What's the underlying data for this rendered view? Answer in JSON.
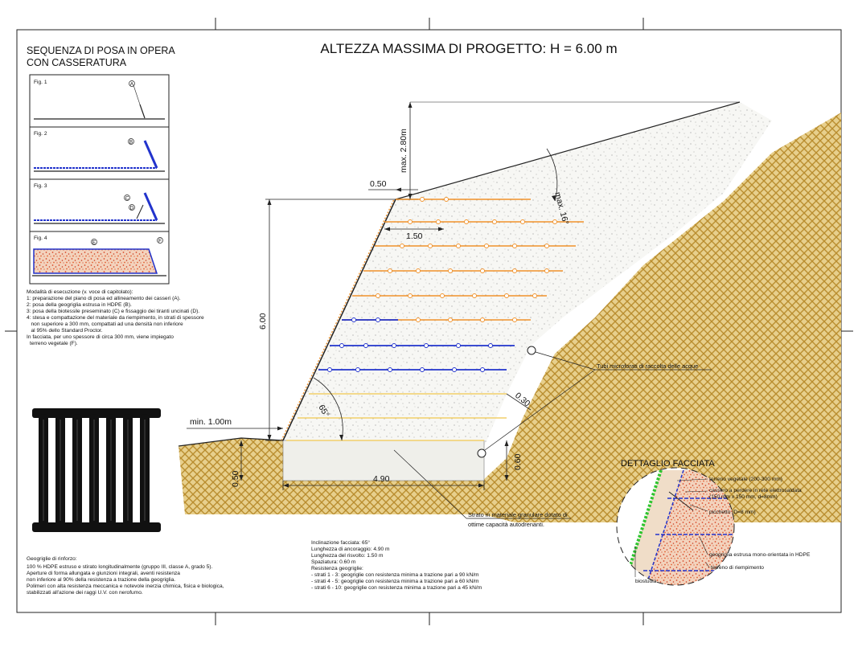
{
  "main_title": "ALTEZZA  MASSIMA DI PROGETTO: H = 6.00 m",
  "sequence": {
    "title_line1": "SEQUENZA DI POSA IN OPERA",
    "title_line2": "CON CASSERATURA",
    "figures": [
      {
        "label": "Fig. 1",
        "markers": [
          "A"
        ]
      },
      {
        "label": "Fig. 2",
        "markers": [
          "B"
        ]
      },
      {
        "label": "Fig. 3",
        "markers": [
          "C",
          "D"
        ]
      },
      {
        "label": "Fig. 4",
        "markers": [
          "E",
          "F"
        ]
      }
    ]
  },
  "procedure_notes": [
    "Modalità di esecuzione (v. voce di capitolato):",
    "1: preparazione del piano di posa ed allineamento dei casseri (A).",
    "2: posa della geogriglia estrusa in HDPE (B).",
    "3: posa della biotessile preseminato (C) e fissaggio dei tiranti uncinati (D).",
    "4: stesa e compattazione del materiale da riempimento, in strati di spessore",
    "   non superiore a 300 mm, compattati ad una densità non inferiore",
    "   al 95% dello Standard Proctor.",
    "In facciata, per uno spessore di circa 300 mm, viene impiegato",
    "terreno vegetale (F)."
  ],
  "geogrid_notes": [
    "Geogriglie di rinforzo:",
    "100 % HDPE estruso e stirato longitudinalmente (gruppo III, classe A, grado 5).",
    "Aperture di forma allungata e giunzioni integrali, aventi resistenza",
    "non inferiore al 90% della resistenza a trazione della geogriglia.",
    "Polimeri con alta resistenza meccanica e notevole inerzia chimica, fisica e biologica,",
    "stabilizzati all'azione dei raggi U.V. con nerofumo."
  ],
  "design_specs": [
    "Inclinazione facciata: 65°",
    "Lunghezza di ancoraggio: 4.90 m",
    "Lunghezza del risvolto: 1.50 m",
    "Spaziatura: 0.60 m",
    "Resistenza geogriglie:",
    "- strati 1 - 3: geogriglie con resistenza minima a trazione pari a 90 kN/m",
    "- strati 4 - 5: geogriglie con resistenza minima a trazione pari a 60 kN/m",
    "- strati 6 - 10: geogriglie con resistenza minima a trazione pari a 45 kN/m"
  ],
  "dimensions": {
    "crest_width": "0.50",
    "max_height_top": "max. 2.80m",
    "max_slope": "max. 16°",
    "wrap_length": "1.50",
    "height": "6.00",
    "face_angle": "65°",
    "spacing": "0.30",
    "toe_distance": "min. 1.00m",
    "base_depth": "0.50",
    "base_depth_right": "0.60",
    "anchor_length": "4.90"
  },
  "annotations": {
    "drain_pipes": "Tubi microforati di raccolta delle acque",
    "granular_layer_line1": "Strato in materiale granulare dotato di",
    "granular_layer_line2": "ottime capacità autodrenanti."
  },
  "detail": {
    "title": "DETTAGLIO FACCIATA",
    "labels": [
      "terreno vegetale (200-300 mm)",
      "cassero a perdere in rete elettrosaldata",
      "(150 mm x 150 mm, d=8mm)",
      "picchetto (D=8 mm)",
      "geogriglia estrusa mono-orientata in HDPE",
      "terreno di riempimento",
      "biostuoia"
    ]
  },
  "colors": {
    "soil_hatch": "#c9a04a",
    "geogrid_orange": "#f0922b",
    "geogrid_blue": "#2233cc",
    "geogrid_yellow": "#f2cf6a",
    "fill_red": "#d94a2a",
    "vegetation_green": "#2fc52f"
  }
}
